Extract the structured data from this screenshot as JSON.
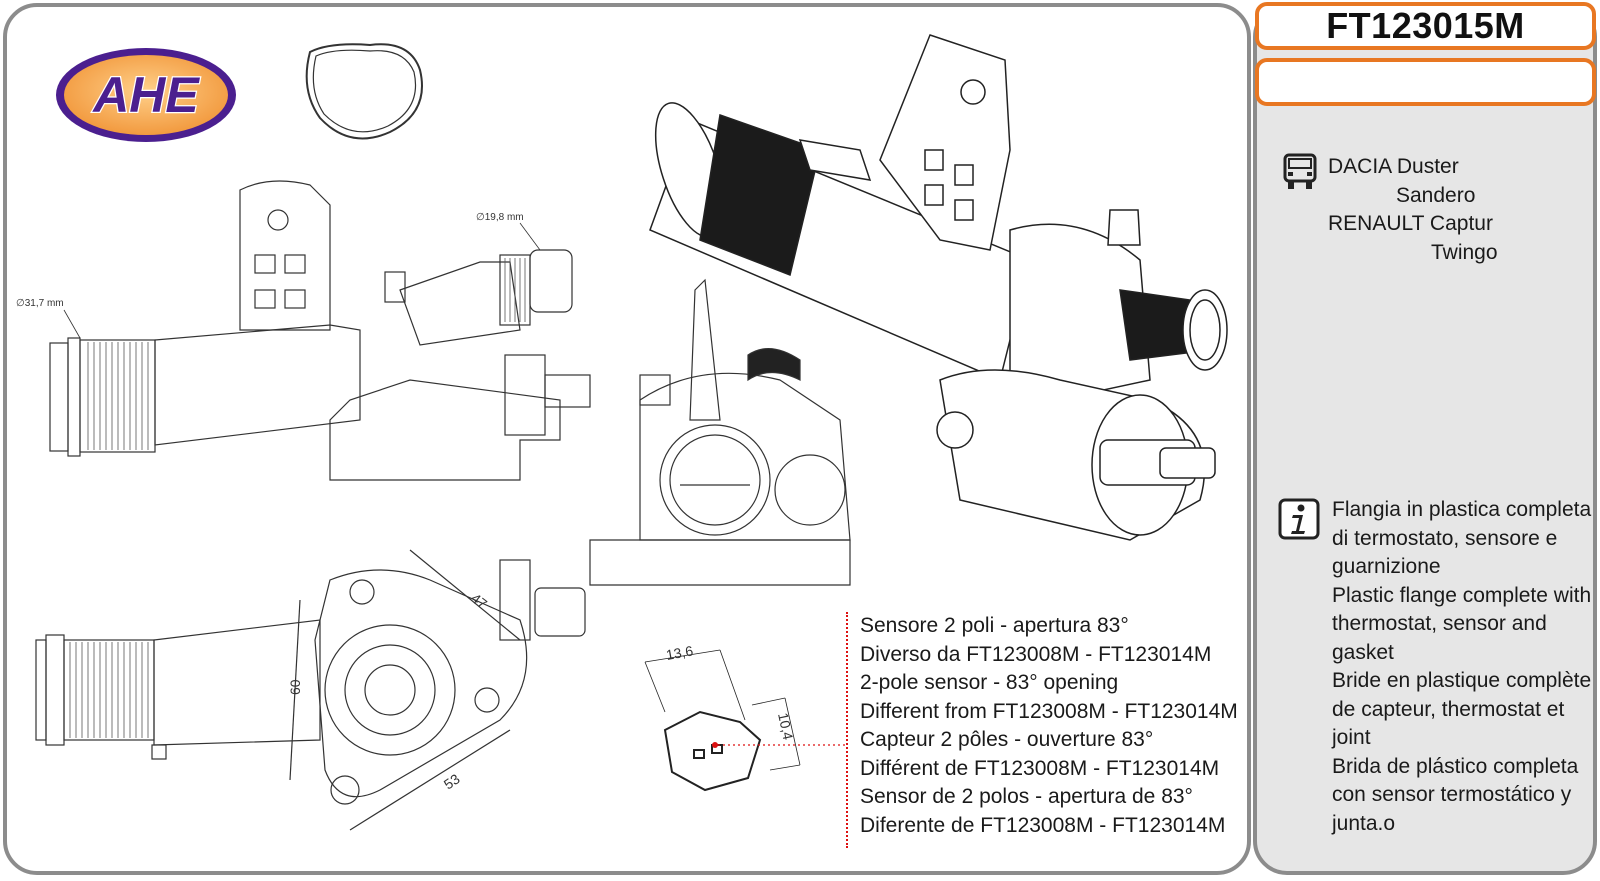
{
  "brand": {
    "logo_text": "AHE"
  },
  "product": {
    "code": "FT123015M",
    "secondary_code": ""
  },
  "vehicles": {
    "line1": "DACIA Duster",
    "line2": "Sandero",
    "line3": "RENAULT Captur",
    "line4": "Twingo"
  },
  "description": [
    "Flangia in plastica completa",
    "di termostato, sensore e",
    "guarnizione",
    "Plastic flange complete with",
    "thermostat, sensor and",
    "gasket",
    "Bride en plastique complète",
    "de capteur, thermostat et",
    "joint",
    "Brida de plástico completa",
    "con sensor termostático y",
    "junta.o"
  ],
  "notes": [
    "Sensore 2 poli - apertura 83°",
    "Diverso da FT123008M - FT123014M",
    "2-pole sensor - 83° opening",
    "Different from FT123008M - FT123014M",
    "Capteur 2 pôles - ouverture 83°",
    "Différent de FT123008M - FT123014M",
    "Sensor de 2 polos - apertura de 83°",
    "Diferente de FT123008M - FT123014M"
  ],
  "dimensions": {
    "outlet_large": "∅31,7 mm",
    "outlet_small": "∅19,8 mm",
    "d47": "47",
    "d60": "60",
    "d53": "53",
    "connector_width": "13,6",
    "connector_height": "10,4"
  },
  "icons": {
    "vehicle": "truck-icon",
    "info": "info-icon"
  },
  "colors": {
    "accent": "#e87722",
    "logo_purple": "#4b1f8f",
    "logo_orange": "#f29a3f",
    "border": "#8c8c8c",
    "side_bg": "#e6e6e6"
  }
}
